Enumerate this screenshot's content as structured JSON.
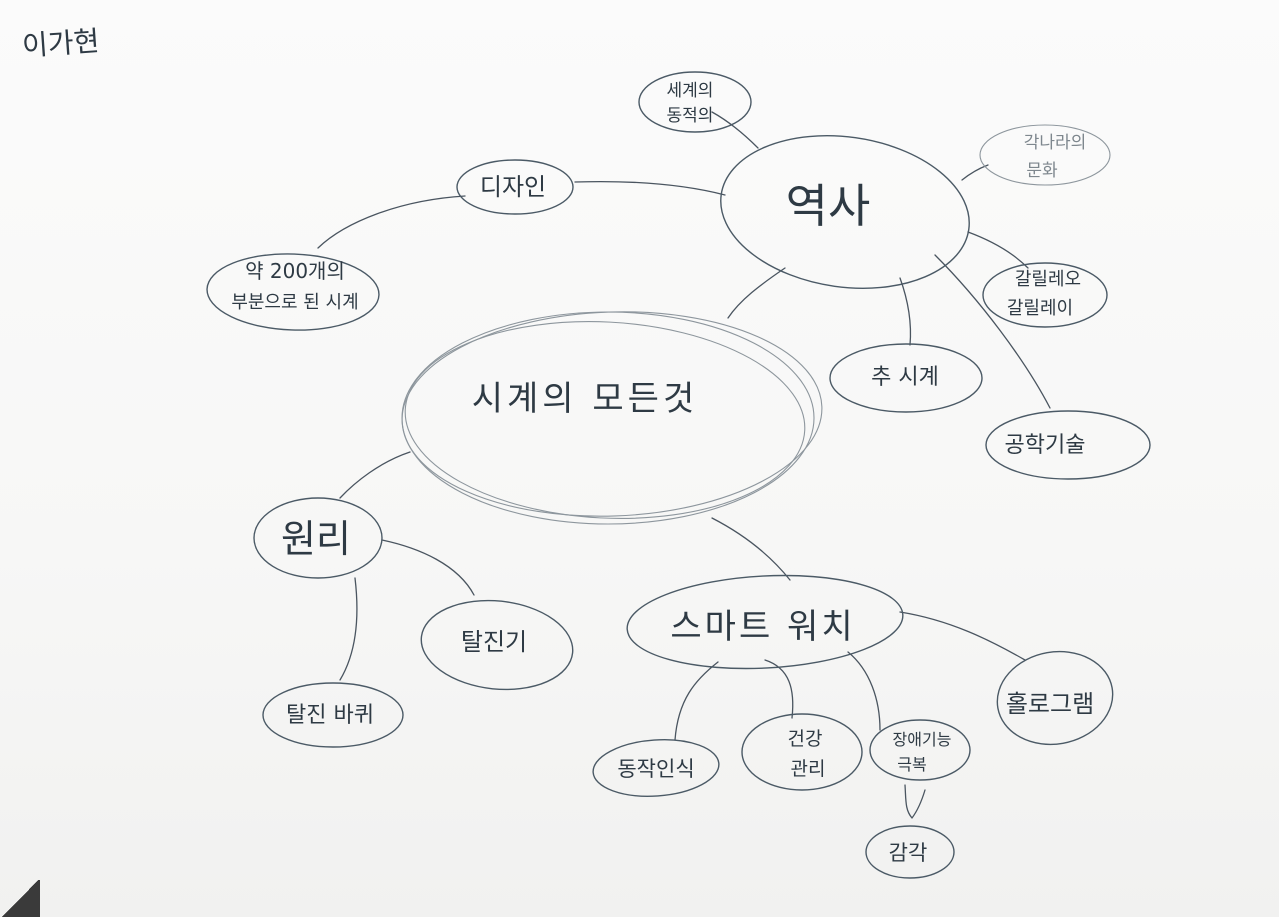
{
  "author": "이가현",
  "center": {
    "label": "시계의 모든것"
  },
  "branches": {
    "history": {
      "label": "역사",
      "children": {
        "world_history": [
          "세계의",
          "동적의"
        ],
        "cultures": [
          "각나라의",
          "문화"
        ],
        "galileo": [
          "갈릴레오",
          "갈릴레이"
        ],
        "pendulum": "추 시계",
        "engineering": "공학기술"
      }
    },
    "design": {
      "label": "디자인",
      "children": {
        "parts": [
          "약 200개의",
          "부분으로 된 시계"
        ]
      }
    },
    "principle": {
      "label": "원리",
      "children": {
        "pendulum_swing": "탈진기",
        "escape_wheel": "탈진 바퀴"
      }
    },
    "smartwatch": {
      "label": "스마트 워치",
      "children": {
        "motion": "동작인식",
        "health": [
          "건강",
          "관리"
        ],
        "disability": [
          "장애기능",
          "극복"
        ],
        "sense": "감각",
        "hologram": "홀로그램"
      }
    }
  }
}
